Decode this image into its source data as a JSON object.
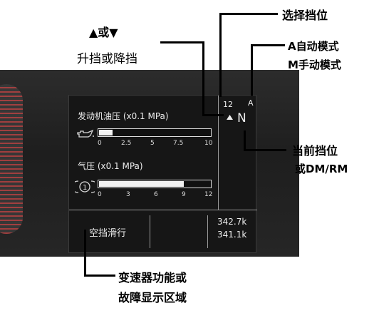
{
  "screen": {
    "oil_title": "发动机油压 (x0.1 MPa)",
    "oil_ticks": [
      "0",
      "2.5",
      "5",
      "7.5",
      "10"
    ],
    "oil_fill": 0.12,
    "air_title": "气压 (x0.1 MPa)",
    "air_ticks": [
      "0",
      "3",
      "6",
      "9",
      "12"
    ],
    "air_fill": 0.76,
    "gear_numbers": "12",
    "gear_mode": "A",
    "current_gear": "N",
    "function_area": "空挡滑行",
    "odometer_total": "342.7k",
    "odometer_trip": "341.1k"
  },
  "annotations": {
    "shift_arrows": "▲或▼",
    "shift_label": "升挡或降挡",
    "select_gear": "选择挡位",
    "mode_a": "A自动模式",
    "mode_m": "M手动模式",
    "current_gear": "当前挡位",
    "current_gear_sub": "或DM/RM",
    "function_line1": "变速器功能或",
    "function_line2": "故障显示区域"
  },
  "icons": [
    "oil-can-icon",
    "brake-air-icon",
    "up-arrow-icon"
  ]
}
